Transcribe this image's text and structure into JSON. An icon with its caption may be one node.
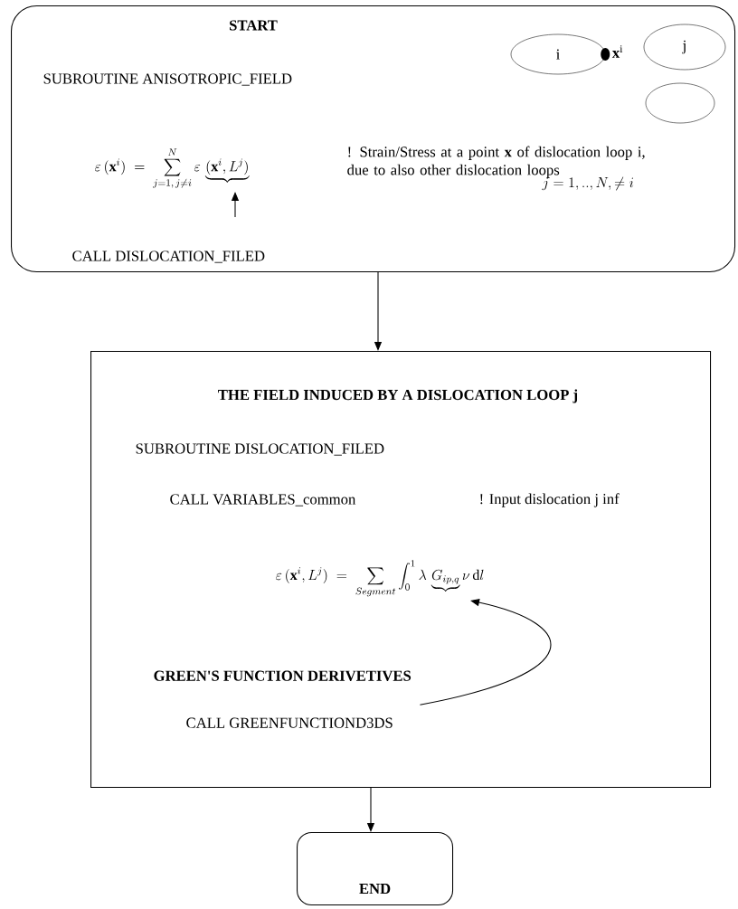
{
  "diagram": {
    "nodes": [
      {
        "text": [
          "START",
          "SUBROUTINE ANISOTROPIC_FIELD",
          "\\varepsilon\\,(\\mathbf{x}^{i}) \\;=\\; \\sum_{j=1,\\,j\\neq i}^{N}\\varepsilon\\,\\underbrace{(\\mathbf{x}^{i},L^{j})}",
          "! Strain/Stress at a point **x** of dislocation loop i, due to also other dislocation loops",
          "j=1,..,N,\\neq i",
          "CALL  DISLOCATION_FILED"
        ]
      },
      {
        "text": [
          "i"
        ],
        "in": 0
      },
      {
        "text": [
          "j"
        ],
        "in": 0
      },
      {
        "text": [],
        "shape": "ellipse",
        "in": 0
      },
      {
        "text": [
          "THE FIELD INDUCED BY A DISLOCATION LOOP j",
          "SUBROUTINE    DISLOCATION_FILED",
          "CALL VARIABLES_common",
          "! Input dislocation j inf",
          "\\varepsilon\\,(\\mathbf{x}^{i},L^{j}) \\;=\\; \\sum_{Segment}\\int_{0}^{1}\\lambda\\,\\underbrace{G_{ip,q}}\\nu\\,\\mathrm{d}l"
        ]
      },
      {
        "text": [
          "GREEN'S FUNCTION DERIVETIVES",
          "CALL   GREENFUNCTIOND3DS"
        ],
        "in": 4
      },
      {
        "text": [
          "END"
        ]
      }
    ],
    "edges": [
      {
        "from": 0,
        "to": 4,
        "arrow": "to"
      },
      {
        "from": 4,
        "to": 6,
        "arrow": "to"
      },
      {
        "from": 5,
        "to": null,
        "arrow": "to"
      }
    ],
    "labels": [
      "**x**$^{i}$"
    ]
  }
}
